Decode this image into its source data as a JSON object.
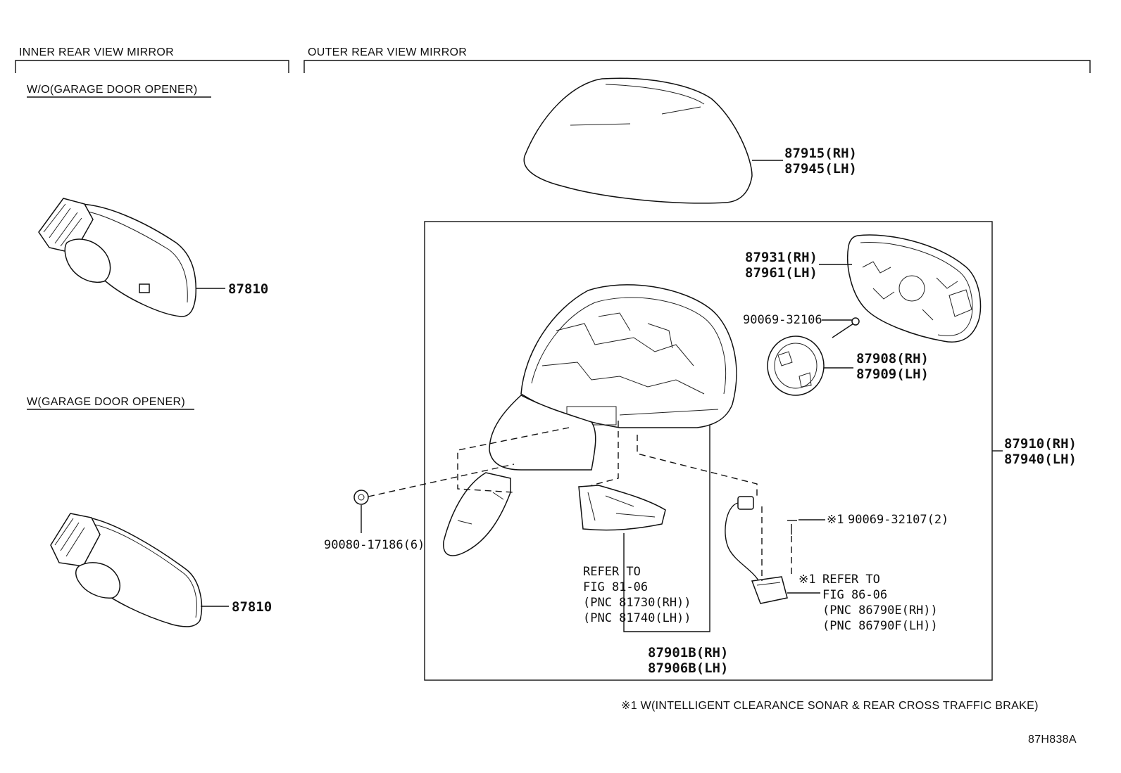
{
  "sections": {
    "inner": "INNER REAR VIEW MIRROR",
    "outer": "OUTER REAR VIEW MIRROR",
    "wo_opener": "W/O(GARAGE DOOR OPENER)",
    "w_opener": "W(GARAGE DOOR OPENER)"
  },
  "parts": {
    "p87810_top": "87810",
    "p87810_bottom": "87810",
    "p87915": "87915(RH)",
    "p87945": "87945(LH)",
    "p87931": "87931(RH)",
    "p87961": "87961(LH)",
    "p90069_32106": "90069-32106",
    "p87908": "87908(RH)",
    "p87909": "87909(LH)",
    "p87910": "87910(RH)",
    "p87940": "87940(LH)",
    "p90080": "90080-17186(6)",
    "p90069_32107_mark": "※1",
    "p90069_32107": "90069-32107(2)",
    "p87901B": "87901B(RH)",
    "p87906B": "87906B(LH)"
  },
  "refs": {
    "ref1": {
      "l1": "REFER TO",
      "l2": "FIG 81-06",
      "l3": "(PNC 81730(RH))",
      "l4": "(PNC 81740(LH))"
    },
    "ref2": {
      "mark": "※1",
      "l1": "REFER TO",
      "l2": "FIG 86-06",
      "l3": "(PNC 86790E(RH))",
      "l4": "(PNC 86790F(LH))"
    }
  },
  "footnote": "※1 W(INTELLIGENT CLEARANCE SONAR & REAR CROSS TRAFFIC BRAKE)",
  "figure_id": "87H838A"
}
